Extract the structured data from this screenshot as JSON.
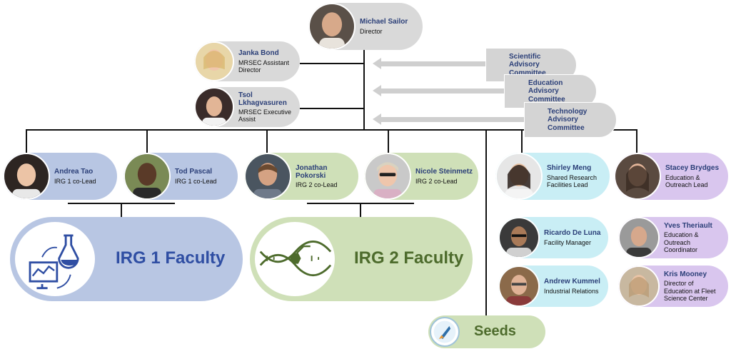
{
  "director": {
    "name": "Michael Sailor",
    "role": "Director"
  },
  "assistant": {
    "name": "Janka Bond",
    "role": "MRSEC Assistant Director"
  },
  "exec": {
    "name": "Tsol Lkhagvasuren",
    "role": "MRSEC Executive Assist"
  },
  "committees": [
    {
      "label": "Scientific Advisory Committee"
    },
    {
      "label": "Education Advisory Committee"
    },
    {
      "label": "Technology Advisory Committee"
    }
  ],
  "leads": [
    {
      "name": "Andrea Tao",
      "role": "IRG 1 co-Lead"
    },
    {
      "name": "Tod Pascal",
      "role": "IRG 1 co-Lead"
    },
    {
      "name": "Jonathan Pokorski",
      "role": "IRG 2 co-Lead"
    },
    {
      "name": "Nicole Steinmetz",
      "role": "IRG 2 co-Lead"
    }
  ],
  "shared": [
    {
      "name": "Shirley Meng",
      "role": "Shared Research Facilities Lead"
    },
    {
      "name": "Ricardo De Luna",
      "role": "Facility Manager"
    },
    {
      "name": "Andrew Kummel",
      "role": "Industrial Relations"
    }
  ],
  "education": [
    {
      "name": "Stacey Brydges",
      "role": "Education & Outreach Lead"
    },
    {
      "name": "Yves Theriault",
      "role": "Education & Outreach Coordinator"
    },
    {
      "name": "Kris Mooney",
      "role": "Director of Education at Fleet Science Center"
    }
  ],
  "irg1": {
    "label": "IRG 1 Faculty"
  },
  "irg2": {
    "label": "IRG 2 Faculty"
  },
  "seeds": {
    "label": "Seeds"
  },
  "colors": {
    "name_text": "#2b3f78",
    "gray": "#d9d9d9",
    "irg1_blue": "#b8c6e3",
    "irg1_icon": "#2f4ea3",
    "irg2_green": "#cfe0b8",
    "irg2_text": "#4d6b2c",
    "shared_cyan": "#c9eef5",
    "edu_purple": "#d9c6ee"
  }
}
